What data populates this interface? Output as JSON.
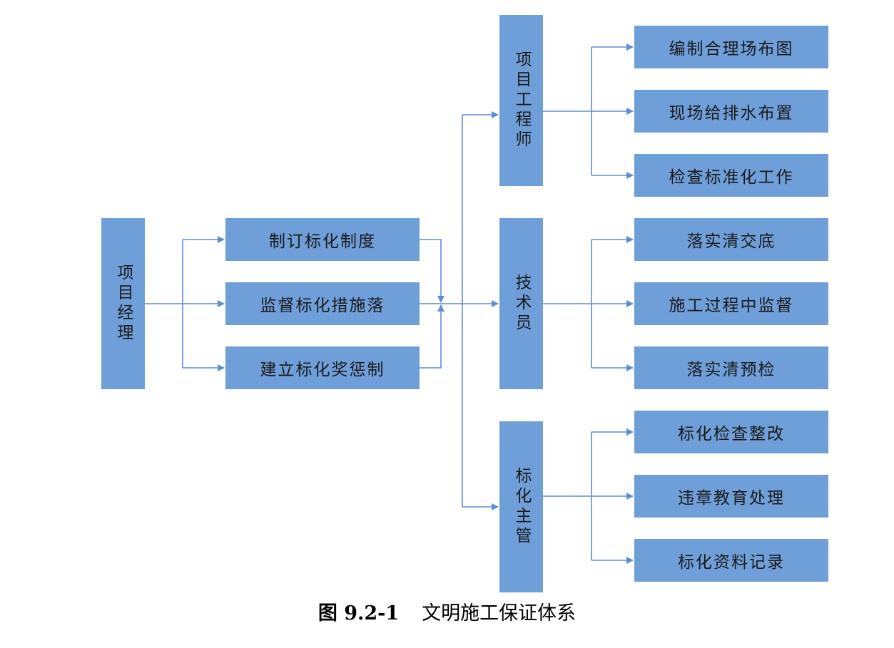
{
  "diagram": {
    "manager": "项目经理",
    "level2": [
      "制订标化制度",
      "监督标化措施落",
      "建立标化奖惩制"
    ],
    "roles": [
      {
        "name": "项目工程师",
        "tasks": [
          "编制合理场布图",
          "现场给排水布置",
          "检查标准化工作"
        ]
      },
      {
        "name": "技术员",
        "tasks": [
          "落实清交底",
          "施工过程中监督",
          "落实清预检"
        ]
      },
      {
        "name": "标化主管",
        "tasks": [
          "标化检查整改",
          "违章教育处理",
          "标化资料记录"
        ]
      }
    ]
  },
  "caption": {
    "number": "图 9.2-1",
    "title": "文明施工保证体系"
  },
  "colors": {
    "box_fill": "#6f9fd8",
    "connector": "#5b8fd2"
  }
}
